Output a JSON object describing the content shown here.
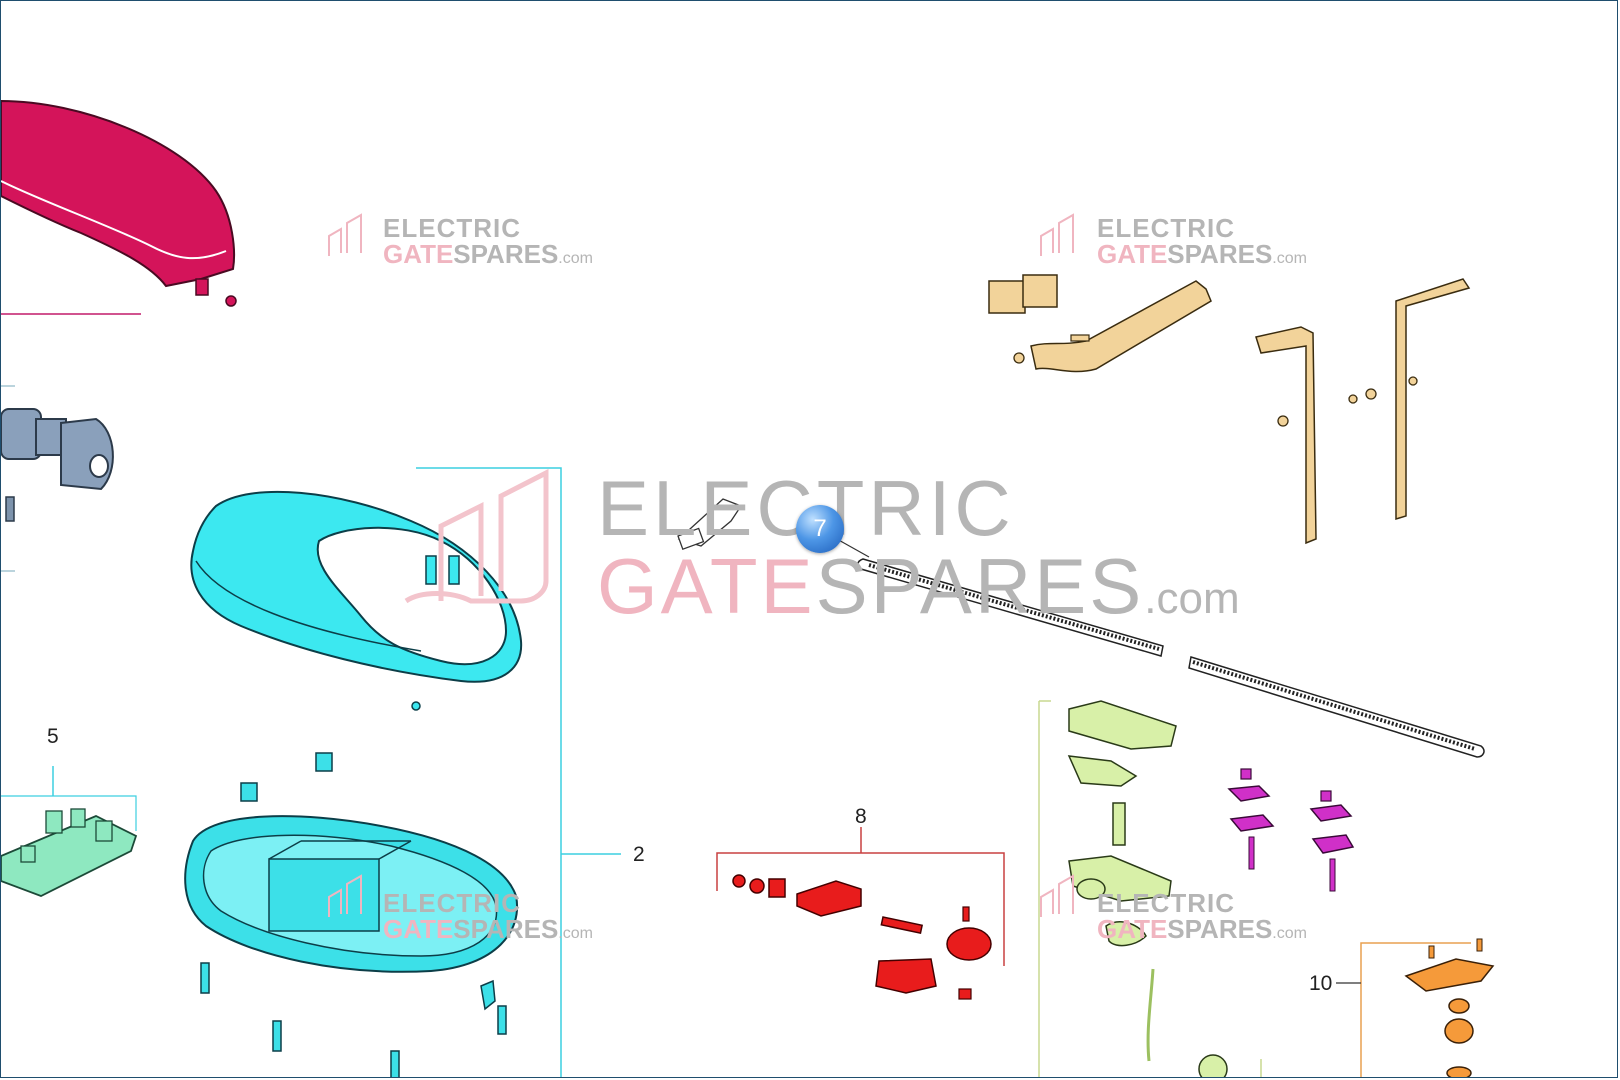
{
  "watermark": {
    "line1": "ELECTRIC",
    "line2_gate": "GATE",
    "line2_spares": "SPARES",
    "line2_com": ".com",
    "brand_grey": "#b5b5b5",
    "brand_pink": "#f0b5c0"
  },
  "callouts": {
    "item_2": "2",
    "item_5": "5",
    "item_7": "7",
    "item_8": "8",
    "item_10": "10"
  },
  "colors": {
    "top_cover": "#d4145a",
    "middle_cover": "#3ce8f0",
    "base_tray": "#3ce0e8",
    "motor": "#8aa0bb",
    "control_board": "#8ee8c0",
    "brackets": "#f2d39a",
    "drive_parts": "#e81c1c",
    "carriage": "#d8f0a8",
    "clips": "#d030c8",
    "pulley_plate": "#f59a3a",
    "badge": "#3a86e0"
  }
}
